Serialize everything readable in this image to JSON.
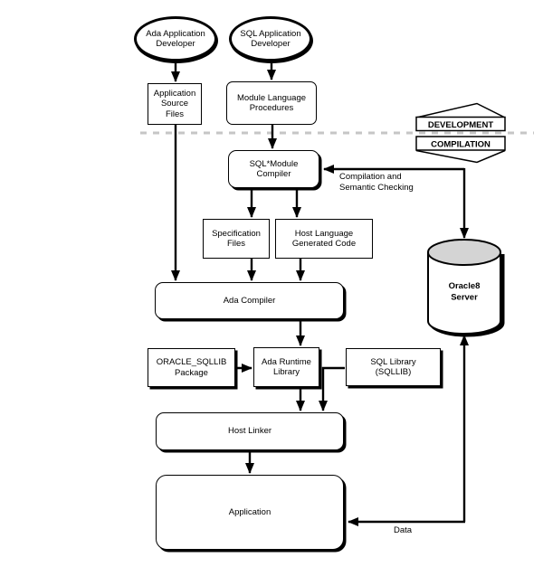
{
  "colors": {
    "line": "#000000",
    "dashed_divider": "#c6c6c6",
    "cylinder_top": "#d4d4d4",
    "background": "#ffffff"
  },
  "phases": {
    "development": "DEVELOPMENT",
    "compilation": "COMPILATION"
  },
  "nodes": {
    "ada_developer": {
      "lines": [
        "Ada Application",
        "Developer"
      ]
    },
    "sql_developer": {
      "lines": [
        "SQL Application",
        "Developer"
      ]
    },
    "application_source": {
      "lines": [
        "Application",
        "Source",
        "Files"
      ]
    },
    "module_language": {
      "lines": [
        "Module Language",
        "Procedures"
      ]
    },
    "sql_module_compiler": {
      "lines": [
        "SQL*Module",
        "Compiler"
      ]
    },
    "specification_files": {
      "lines": [
        "Specification",
        "Files"
      ]
    },
    "host_language_generated": {
      "lines": [
        "Host Language",
        "Generated Code"
      ]
    },
    "ada_compiler": {
      "label": "Ada Compiler"
    },
    "oracle_sqllib_package": {
      "lines": [
        "ORACLE_SQLLIB",
        "Package"
      ]
    },
    "ada_runtime_library": {
      "lines": [
        "Ada Runtime",
        "Library"
      ]
    },
    "sql_library": {
      "lines": [
        "SQL Library",
        "(SQLLIB)"
      ]
    },
    "host_linker": {
      "label": "Host Linker"
    },
    "application": {
      "label": "Application"
    },
    "oracle8_server": {
      "lines": [
        "Oracle8",
        "Server"
      ]
    }
  },
  "edge_labels": {
    "compilation_checking": {
      "lines": [
        "Compilation and",
        "Semantic Checking"
      ]
    },
    "data": "Data"
  }
}
